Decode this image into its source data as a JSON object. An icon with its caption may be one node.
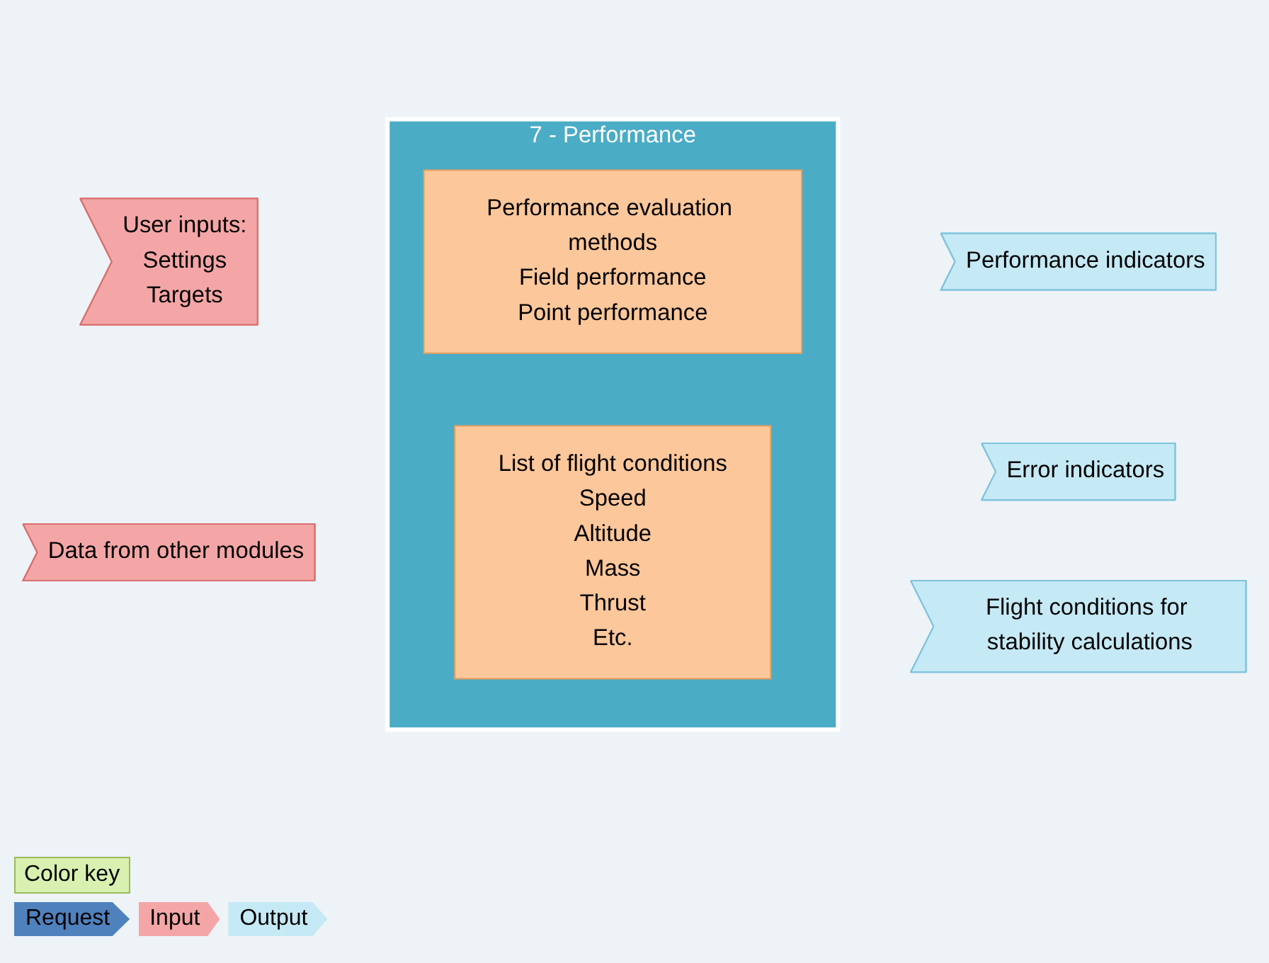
{
  "diagram": {
    "nodes": [
      {
        "text": [
          "7 - Performance"
        ]
      },
      {
        "text": [
          "Performance evaluation methods",
          "Field performance",
          "Point performance"
        ],
        "in": 0
      },
      {
        "text": [
          "List of flight conditions",
          "Speed",
          "Altitude",
          "Mass",
          "Thrust",
          "Etc."
        ],
        "in": 0
      },
      {
        "text": [
          "User inputs:",
          "Settings",
          "Targets"
        ]
      },
      {
        "text": [
          "Data from other modules"
        ]
      },
      {
        "text": [
          "Performance indicators"
        ]
      },
      {
        "text": [
          "Error indicators"
        ]
      },
      {
        "text": [
          "Flight conditions for stability calculations"
        ]
      }
    ],
    "edges": [],
    "labels": [
      "Color key"
    ],
    "legend": [
      {
        "text": "Request",
        "color": "#4f81bd"
      },
      {
        "text": "Input",
        "color": "#f4a6a6"
      },
      {
        "text": "Output",
        "color": "#c5e9f5"
      }
    ]
  }
}
